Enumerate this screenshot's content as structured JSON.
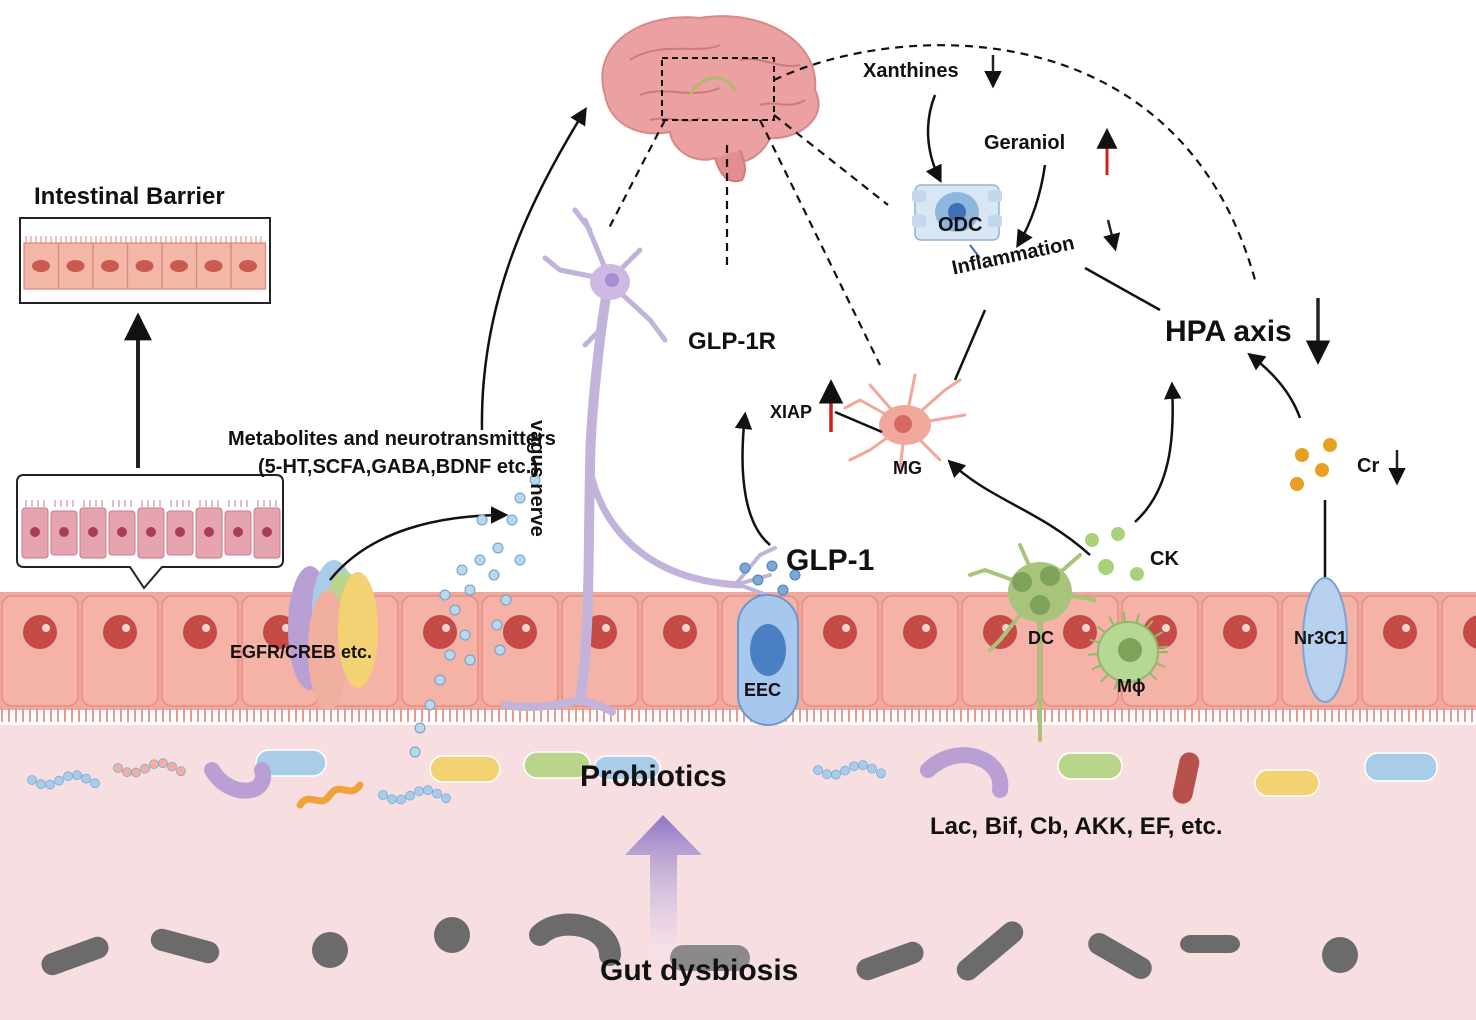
{
  "labels": {
    "intestinal_barrier": "Intestinal Barrier",
    "metabolites_line1": "Metabolites and neurotransmitters",
    "metabolites_line2": "(5-HT,SCFA,GABA,BDNF etc.)",
    "egfr": "EGFR/CREB etc.",
    "vagus": "vagus nerve",
    "glp1r": "GLP-1R",
    "glp1": "GLP-1",
    "xiap": "XIAP",
    "mg": "MG",
    "eec": "EEC",
    "xanthines": "Xanthines",
    "geraniol": "Geraniol",
    "odc": "ODC",
    "inflammation": "Inflammation",
    "hpa": "HPA axis",
    "cr": "Cr",
    "ck": "CK",
    "dc": "DC",
    "mphi": "Mϕ",
    "nr3c1": "Nr3C1",
    "probiotics": "Probiotics",
    "strains": "Lac, Bif, Cb, AKK, EF, etc.",
    "dysbiosis": "Gut dysbiosis"
  },
  "regulation": {
    "xanthines": "down",
    "geraniol": "up",
    "inflammation": "down",
    "hpa": "down",
    "xiap": "up",
    "cr": "down"
  },
  "colors": {
    "up_arrow": "#d0201c",
    "down_arrow": "#222222",
    "epithelium": "#f1a99d",
    "lumen": "#f6dde0",
    "nerve": "#c2b3db",
    "brain": "#eba0a2",
    "microglia": "#f2a79c",
    "dendritic": "#a7c47a",
    "cytokine": "#9cc96b",
    "cortisol": "#e8a024",
    "bad_bacteria": "#6b6b6b"
  },
  "icons": [
    "brain-icon",
    "neuron-icon",
    "microglia-icon",
    "oligodendrocyte-icon",
    "dendritic-cell-icon",
    "macrophage-icon",
    "enteroendocrine-cell-icon",
    "receptor-icon",
    "bacteria-icon"
  ]
}
